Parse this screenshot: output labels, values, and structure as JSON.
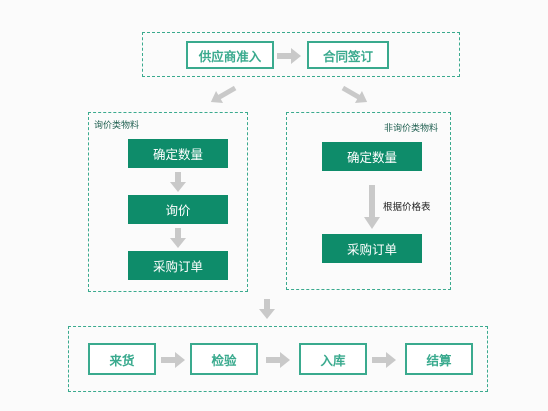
{
  "top": {
    "steps": [
      "供应商准入",
      "合同签订"
    ]
  },
  "left_group": {
    "label": "询价类物料",
    "steps": [
      "确定数量",
      "询价",
      "采购订单"
    ]
  },
  "right_group": {
    "label": "非询价类物料",
    "steps": [
      "确定数量",
      "采购订单"
    ],
    "connector_label": "根据价格表"
  },
  "bottom": {
    "steps": [
      "来货",
      "检验",
      "入库",
      "结算"
    ]
  },
  "colors": {
    "accent": "#3aaa8e",
    "fill": "#0e8c6a",
    "arrow": "#c9c9c9"
  }
}
